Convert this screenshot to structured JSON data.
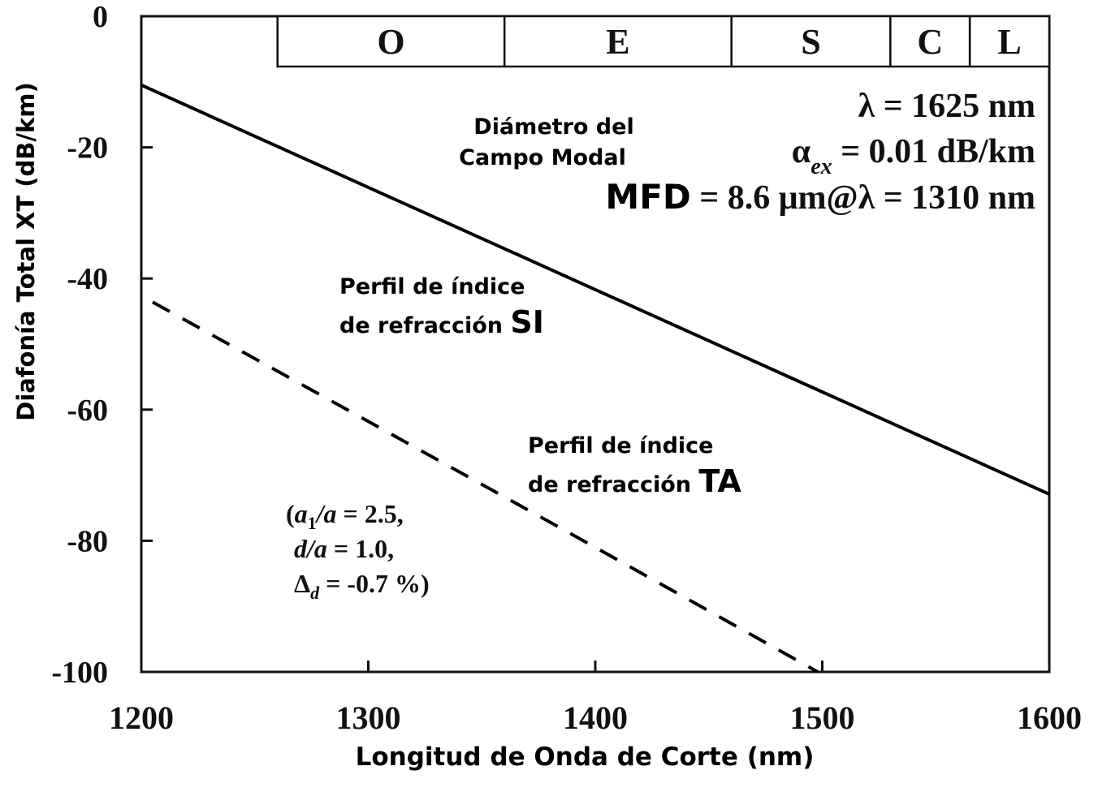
{
  "chart_data": {
    "type": "line",
    "title": "",
    "xlabel": "Longitud de Onda de Corte (nm)",
    "ylabel": "Diafonía Total XT (dB/km)",
    "xlim": [
      1200,
      1600
    ],
    "ylim": [
      -100,
      0
    ],
    "x_ticks": [
      "1200",
      "1300",
      "1400",
      "1500",
      "1600"
    ],
    "y_ticks": [
      "0",
      "-20",
      "-40",
      "-60",
      "-80",
      "-100"
    ],
    "grid": false,
    "series": [
      {
        "name": "Perfil de índice de refracción SI",
        "style": "solid",
        "x": [
          1200,
          1300,
          1400,
          1500,
          1600
        ],
        "y": [
          -10.5,
          -26.1,
          -41.7,
          -57.3,
          -72.9
        ]
      },
      {
        "name": "Perfil de índice de refracción TA",
        "style": "dashed",
        "x": [
          1205,
          1300,
          1400,
          1498
        ],
        "y": [
          -43.6,
          -61.8,
          -81.0,
          -100.0
        ]
      }
    ],
    "bands": [
      {
        "label": "O",
        "start": 1260,
        "end": 1360
      },
      {
        "label": "E",
        "start": 1360,
        "end": 1460
      },
      {
        "label": "S",
        "start": 1460,
        "end": 1530
      },
      {
        "label": "C",
        "start": 1530,
        "end": 1565
      },
      {
        "label": "L",
        "start": 1565,
        "end": 1600
      }
    ],
    "annotations": {
      "mfd_caption_line1": "Diámetro del",
      "mfd_caption_line2": "Campo Modal",
      "lambda": "λ = 1625 nm",
      "alpha_symbol": "α",
      "alpha_sub": "ex",
      "alpha_value": " = 0.01 dB/km",
      "mfd_label": "MFD",
      "mfd_value": " = 8.6 μm@λ = 1310 nm",
      "si_line1": "Perfil de índice",
      "si_line2": "de refracción ",
      "si_tag": "SI",
      "ta_line1": "Perfil de índice",
      "ta_line2": "de refracción ",
      "ta_tag": "TA",
      "param1_a": "(",
      "param1_b": "a",
      "param1_sub": "1",
      "param1_c": "/",
      "param1_d": "a",
      "param1_e": " = 2.5,",
      "param2_a": "d",
      "param2_b": "/",
      "param2_c": "a",
      "param2_d": " = 1.0,",
      "param3_a": "Δ",
      "param3_sub": "d",
      "param3_b": " = -0.7 %)"
    },
    "colors": {
      "line": "#000000",
      "axis": "#111111",
      "background": "#ffffff"
    }
  }
}
